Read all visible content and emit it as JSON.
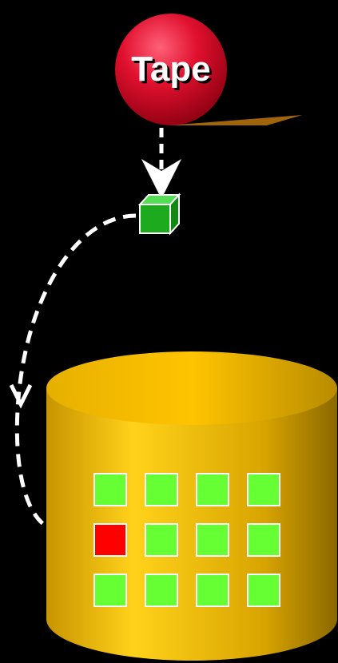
{
  "tape": {
    "label": "Tape",
    "color": "#d40024",
    "tape_strip_color": "#a0640a"
  },
  "block": {
    "color": "#2ebf2e"
  },
  "disk": {
    "color": "#e8b400",
    "grid": {
      "rows": 3,
      "cols": 4,
      "cell_color": "#66ff33",
      "highlight_color": "#ff0000",
      "highlight_cell": {
        "row": 2,
        "col": 1
      }
    }
  },
  "arrows": {
    "color": "#ffffff",
    "style": "dashed"
  }
}
